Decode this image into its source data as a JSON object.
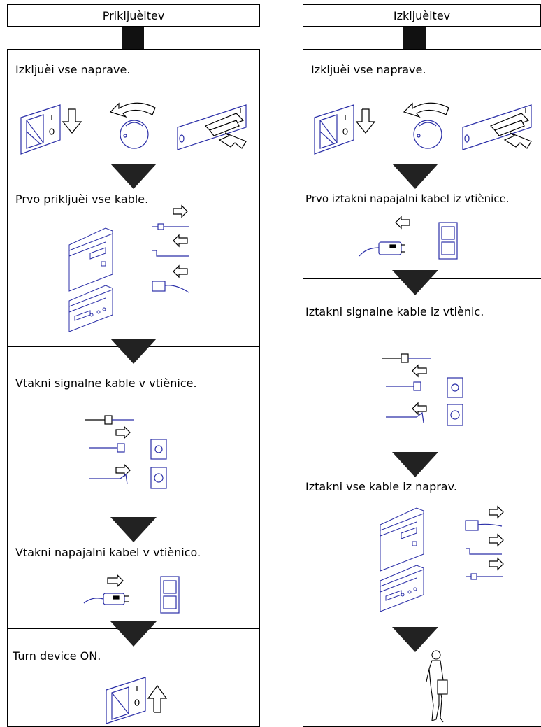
{
  "left": {
    "title": "Prikljuèitev",
    "steps": [
      "Izkljuèi vse naprave.",
      "Prvo prikljuèi vse kable.",
      "Vtakni signalne kable v vtiènice.",
      "Vtakni napajalni kabel v vtiènico.",
      "Turn device ON."
    ]
  },
  "right": {
    "title": "Izkljuèitev",
    "steps": [
      "Izkljuèi vse naprave.",
      "Prvo iztakni napajalni kabel iz vtiènice.",
      "Iztakni signalne kable iz vtiènic.",
      "Iztakni vse kable iz naprav.",
      ""
    ]
  }
}
